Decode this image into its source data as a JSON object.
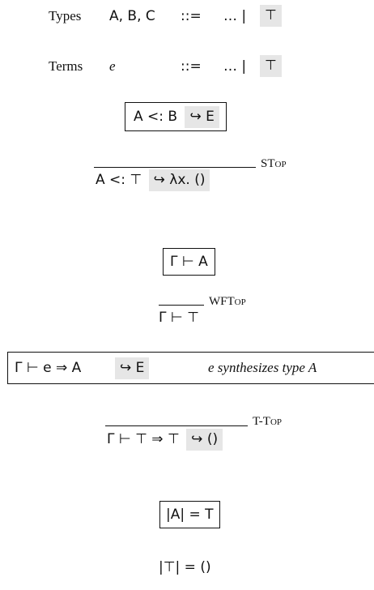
{
  "grammar": {
    "types_label": "Types",
    "types_meta": "A, B, C",
    "types_def": "::=",
    "types_rhs": "… |",
    "types_new": "⊤",
    "terms_label": "Terms",
    "terms_meta": "e",
    "terms_def": "::=",
    "terms_rhs": "… |",
    "terms_new": "⊤"
  },
  "judgments": {
    "subtyping": {
      "lhs": "A <: B",
      "ext": "↪ E"
    },
    "wellformed": {
      "text": "Γ ⊢ A"
    },
    "synth": {
      "lhs": "Γ ⊢ e ⇒ A",
      "ext": "↪ E",
      "desc": "e synthesizes type A"
    },
    "translation": {
      "text": "|A| = T"
    }
  },
  "rules": {
    "stop": {
      "conclusion": "A <: ⊤",
      "ext": "↪ λx. ()",
      "name": "STop"
    },
    "wftop": {
      "conclusion": "Γ ⊢ ⊤",
      "name": "WFTop"
    },
    "ttop": {
      "conclusion": "Γ ⊢ ⊤ ⇒ ⊤",
      "ext": "↪ ()",
      "name": "T-Top"
    }
  },
  "equations": {
    "top_translation": "|⊤| = ()"
  }
}
